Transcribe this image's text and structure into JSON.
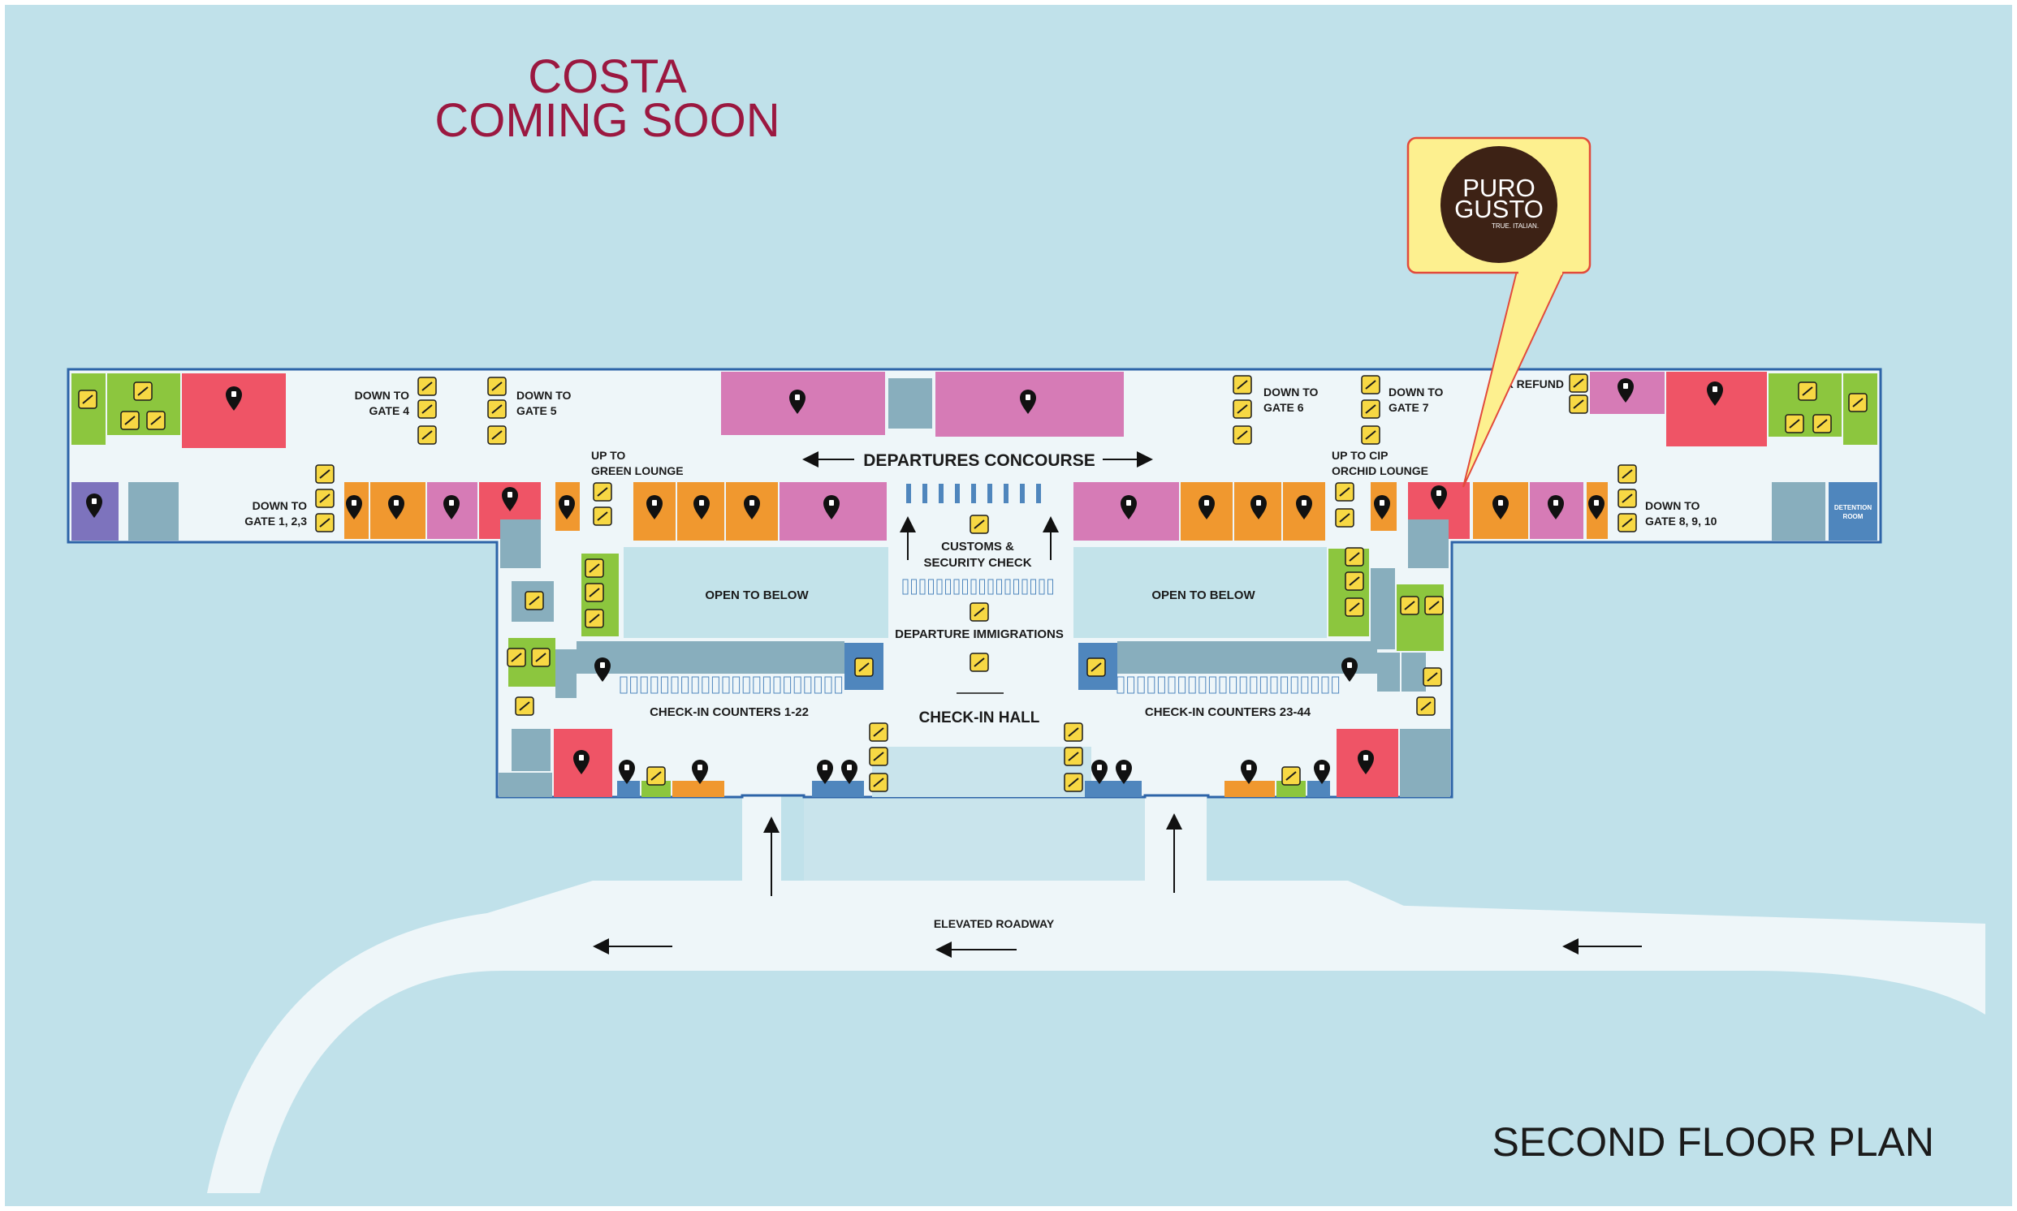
{
  "title": "SECOND FLOOR PLAN",
  "banner": {
    "line1": "COSTA",
    "line2": "COMING SOON"
  },
  "callout": {
    "brand_line1": "PURO",
    "brand_line2": "GUSTO",
    "tagline": "TRUE. ITALIAN."
  },
  "labels": {
    "departures_concourse": "DEPARTURES CONCOURSE",
    "customs_security": [
      "CUSTOMS &",
      "SECURITY CHECK"
    ],
    "departure_immigrations": "DEPARTURE IMMIGRATIONS",
    "check_in_hall": "CHECK-IN HALL",
    "check_in_left": "CHECK-IN COUNTERS 1-22",
    "check_in_right": "CHECK-IN COUNTERS 23-44",
    "open_to_below_left": "OPEN TO BELOW",
    "open_to_below_right": "OPEN TO BELOW",
    "elevated_roadway": "ELEVATED ROADWAY",
    "down_gate_4": [
      "DOWN TO",
      "GATE 4"
    ],
    "down_gate_5": [
      "DOWN TO",
      "GATE 5"
    ],
    "down_gate_123": [
      "DOWN TO",
      "GATE 1, 2,3"
    ],
    "up_green_lounge": [
      "UP TO",
      "GREEN LOUNGE"
    ],
    "down_gate_6": [
      "DOWN TO",
      "GATE 6"
    ],
    "down_gate_7": [
      "DOWN TO",
      "GATE 7"
    ],
    "up_cip_lounge": [
      "UP TO CIP",
      "ORCHID LOUNGE"
    ],
    "down_gate_8910": [
      "DOWN TO",
      "GATE  8, 9, 10"
    ],
    "tax_refund": "TAX REFUND",
    "detention_room": [
      "DETENTION",
      "ROOM"
    ]
  },
  "colors": {
    "background": "#c0e1ea",
    "floor": "#eef6f9",
    "outline": "#2d64a8",
    "restaurant": "#ef5466",
    "shop": "#f0982f",
    "duty_free": "#d67bb6",
    "amenity": "#8cc63e",
    "service": "#88aebd",
    "counter": "#4f86bd",
    "icon_tile": "#f7d844",
    "pin": "#111111",
    "callout_fill": "#fdf08f",
    "callout_border": "#e24a3b",
    "brand_circle": "#3d2215",
    "banner_text": "#9b1840"
  },
  "icons": [
    "pin-icon",
    "escalator-icon",
    "elevator-icon",
    "restroom-icon",
    "accessible-icon",
    "baby-room-icon",
    "airplane-icon",
    "info-icon",
    "prayer-icon"
  ]
}
